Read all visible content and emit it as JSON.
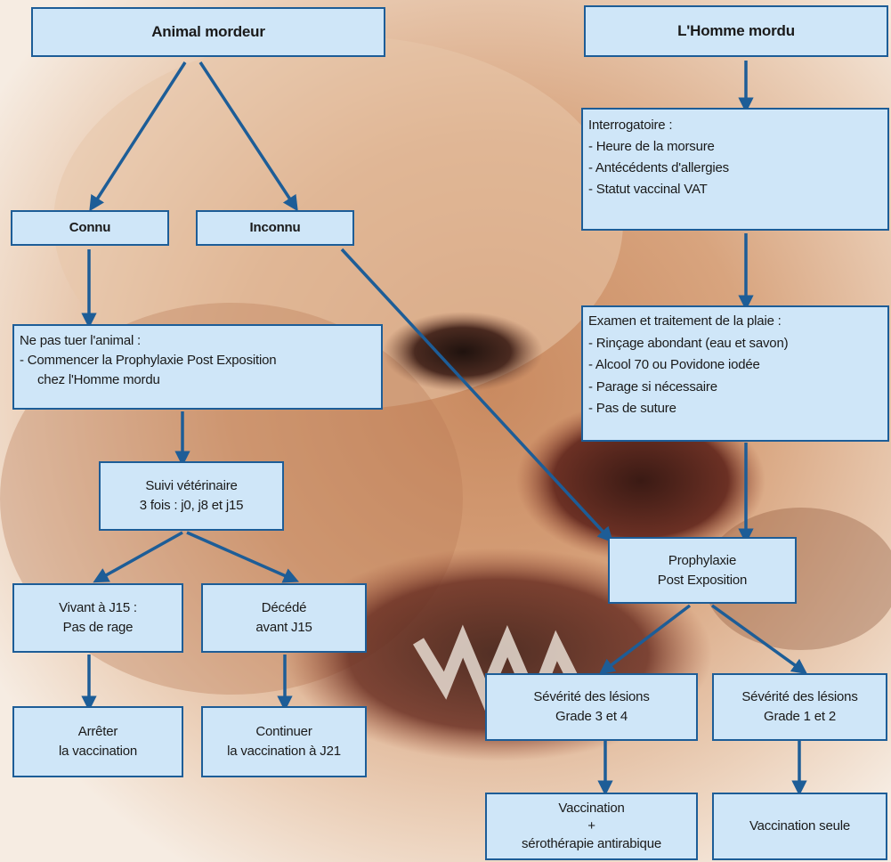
{
  "colors": {
    "box_fill": "#cfe6f8",
    "box_border": "#1d5d97",
    "arrow": "#1d5d97"
  },
  "background": "photo of a snarling dog",
  "left": {
    "title": "Animal mordeur",
    "connu": "Connu",
    "inconnu": "Inconnu",
    "ne_pas_tuer": {
      "line1": "Ne pas tuer l'animal :",
      "line2": "- Commencer la Prophylaxie Post Exposition",
      "line3": "chez l'Homme mordu"
    },
    "suivi": {
      "line1": "Suivi vétérinaire",
      "line2": "3 fois : j0, j8 et j15"
    },
    "vivant": {
      "line1": "Vivant à J15 :",
      "line2": "Pas de rage"
    },
    "decede": {
      "line1": "Décédé",
      "line2": "avant J15"
    },
    "arreter": {
      "line1": "Arrêter",
      "line2": "la vaccination"
    },
    "continuer": {
      "line1": "Continuer",
      "line2": "la vaccination à J21"
    }
  },
  "right": {
    "title": "L'Homme mordu",
    "interrogatoire": {
      "heading": "Interrogatoire :",
      "items": [
        "- Heure de la morsure",
        "- Antécédents d'allergies",
        "- Statut vaccinal VAT"
      ]
    },
    "examen": {
      "heading": "Examen et traitement de la plaie :",
      "items": [
        "- Rinçage abondant (eau et savon)",
        "- Alcool 70 ou Povidone iodée",
        "- Parage si nécessaire",
        "- Pas de suture"
      ]
    },
    "prophylaxie": {
      "line1": "Prophylaxie",
      "line2": "Post Exposition"
    },
    "severite34": {
      "line1": "Sévérité des lésions",
      "line2": "Grade 3 et 4"
    },
    "severite12": {
      "line1": "Sévérité des lésions",
      "line2": "Grade 1 et 2"
    },
    "vacc_sero": {
      "line1": "Vaccination",
      "line2": "+",
      "line3": "sérothérapie antirabique"
    },
    "vacc_seule": "Vaccination seule"
  }
}
